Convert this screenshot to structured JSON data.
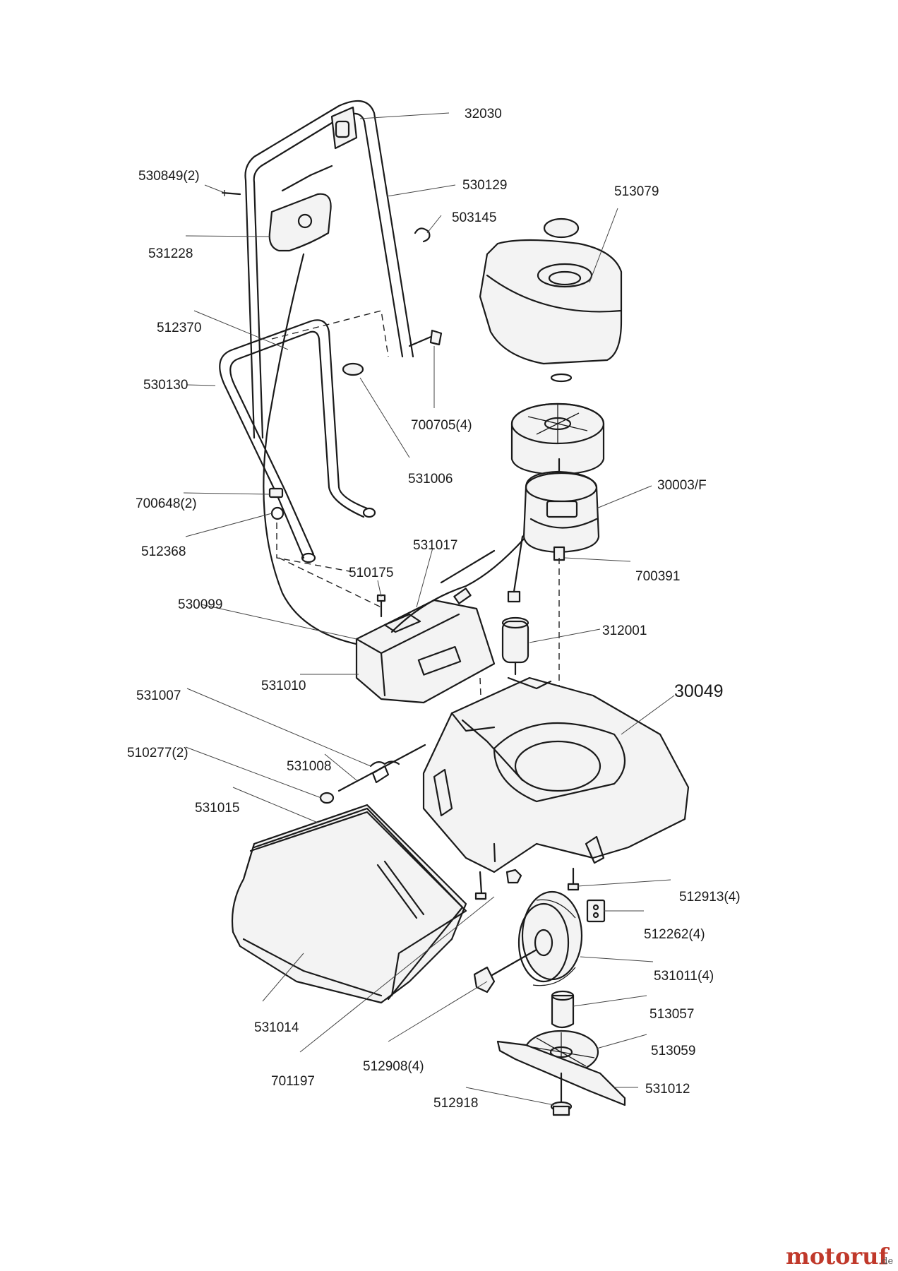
{
  "part_labels": [
    "32030",
    "530849(2)",
    "530129",
    "513079",
    "503145",
    "531228",
    "512370",
    "530130",
    "700705(4)",
    "531006",
    "30003/F",
    "700648(2)",
    "512368",
    "531017",
    "510175",
    "700391",
    "530099",
    "312001",
    "531010",
    "30049",
    "531007",
    "510277(2)",
    "531008",
    "531015",
    "512913(4)",
    "512262(4)",
    "531011(4)",
    "513057",
    "531014",
    "513059",
    "512908(4)",
    "531012",
    "701197",
    "512918"
  ],
  "watermark": {
    "brand": "motoruf",
    "suffix": ".de"
  },
  "colors": {
    "ink": "#1a1a1a",
    "brand_red": "#c0392b",
    "brand_green": "#3e8e2f",
    "brand_orange": "#e8a21a"
  }
}
